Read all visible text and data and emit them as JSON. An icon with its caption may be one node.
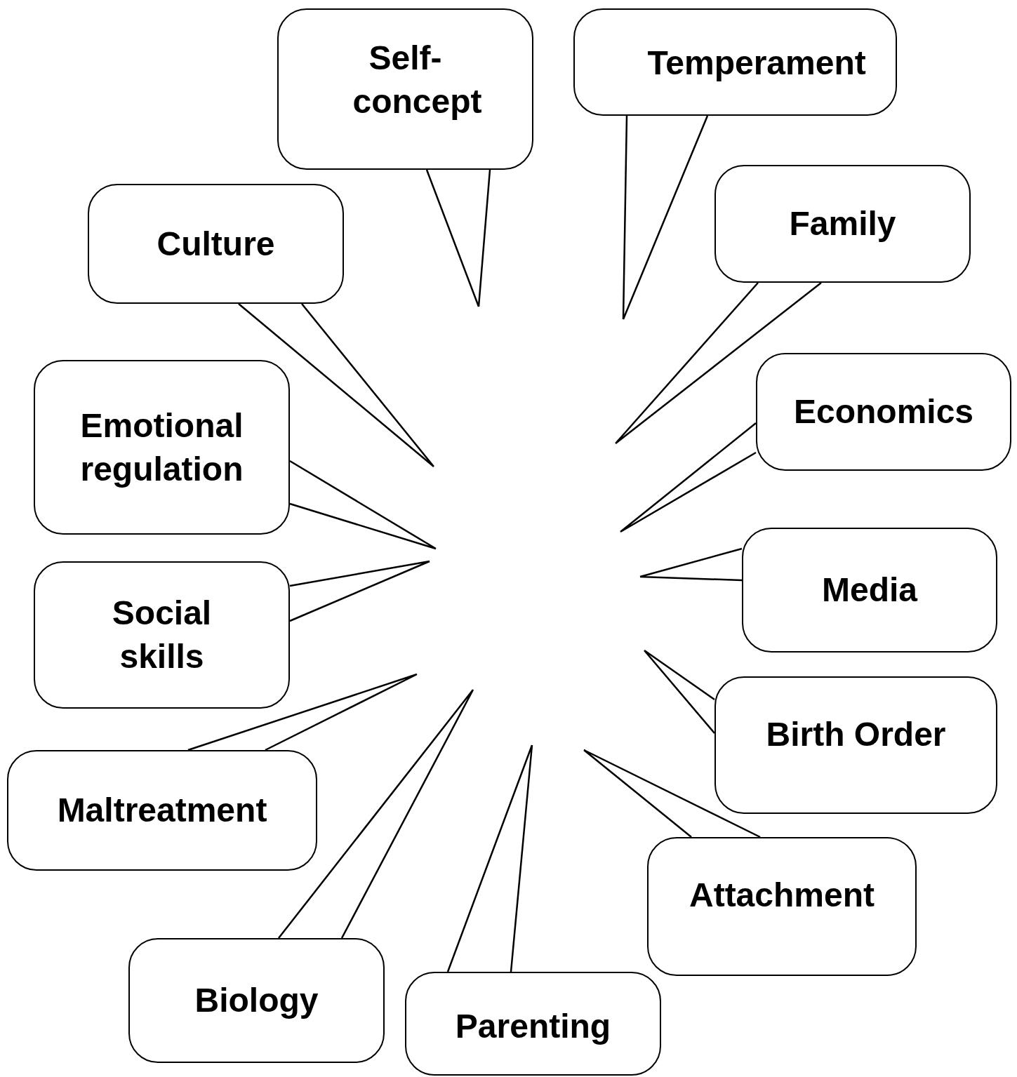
{
  "diagram": {
    "nodes": [
      {
        "text": [
          "Self-concept"
        ]
      },
      {
        "text": [
          "Temperament"
        ]
      },
      {
        "text": [
          "Culture"
        ]
      },
      {
        "text": [
          "Family"
        ]
      },
      {
        "text": [
          "Emotional regulation"
        ]
      },
      {
        "text": [
          "Economics"
        ]
      },
      {
        "text": [
          "Social skills"
        ]
      },
      {
        "text": [
          "Media"
        ]
      },
      {
        "text": [
          "Birth Order"
        ]
      },
      {
        "text": [
          "Maltreatment"
        ]
      },
      {
        "text": [
          "Attachment"
        ]
      },
      {
        "text": [
          "Biology"
        ]
      },
      {
        "text": [
          "Parenting"
        ]
      }
    ],
    "edges": [
      {
        "from": 0,
        "to": null,
        "arrow": "none"
      },
      {
        "from": 1,
        "to": null,
        "arrow": "none"
      },
      {
        "from": 2,
        "to": null,
        "arrow": "none"
      },
      {
        "from": 3,
        "to": null,
        "arrow": "none"
      },
      {
        "from": 4,
        "to": null,
        "arrow": "none"
      },
      {
        "from": 5,
        "to": null,
        "arrow": "none"
      },
      {
        "from": 6,
        "to": null,
        "arrow": "none"
      },
      {
        "from": 7,
        "to": null,
        "arrow": "none"
      },
      {
        "from": 8,
        "to": null,
        "arrow": "none"
      },
      {
        "from": 9,
        "to": null,
        "arrow": "none"
      },
      {
        "from": 10,
        "to": null,
        "arrow": "none"
      },
      {
        "from": 11,
        "to": null,
        "arrow": "none"
      },
      {
        "from": 12,
        "to": null,
        "arrow": "none"
      }
    ]
  }
}
